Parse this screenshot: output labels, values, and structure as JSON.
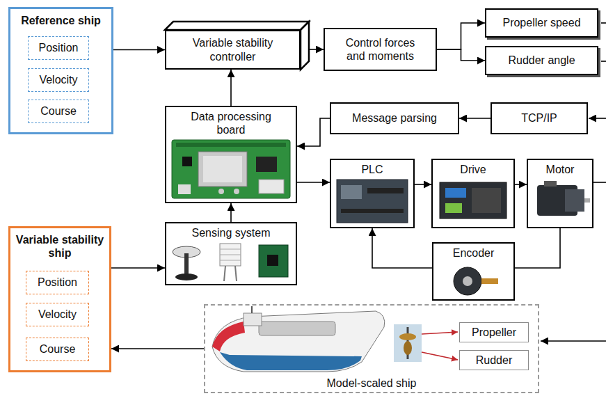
{
  "diagram": {
    "nodes": [
      {
        "text": [
          "Reference ship"
        ]
      },
      {
        "text": [
          "Position"
        ],
        "in": 0
      },
      {
        "text": [
          "Velocity"
        ],
        "in": 0
      },
      {
        "text": [
          "Course"
        ],
        "in": 0
      },
      {
        "text": [
          "Variable stability controller"
        ]
      },
      {
        "text": [
          "Control forces and moments"
        ]
      },
      {
        "text": [
          "Propeller speed"
        ]
      },
      {
        "text": [
          "Rudder angle"
        ]
      },
      {
        "text": [
          "Data processing board"
        ]
      },
      {
        "text": [
          "Message parsing"
        ]
      },
      {
        "text": [
          "TCP/IP"
        ]
      },
      {
        "text": [
          "PLC"
        ]
      },
      {
        "text": [
          "Drive"
        ]
      },
      {
        "text": [
          "Motor"
        ]
      },
      {
        "text": [
          "Variable stability ship"
        ]
      },
      {
        "text": [
          "Position"
        ],
        "in": 14
      },
      {
        "text": [
          "Velocity"
        ],
        "in": 14
      },
      {
        "text": [
          "Course"
        ],
        "in": 14
      },
      {
        "text": [
          "Sensing system"
        ]
      },
      {
        "text": [
          "Encoder"
        ]
      },
      {
        "text": [
          "Model-scaled ship"
        ]
      },
      {
        "text": [
          "Propeller"
        ],
        "in": 20
      },
      {
        "text": [
          "Rudder"
        ],
        "in": 20
      }
    ],
    "edges": [
      {
        "from": 0,
        "to": 4,
        "arrow": "to"
      },
      {
        "from": 4,
        "to": 5,
        "arrow": "to"
      },
      {
        "from": 5,
        "to": 6,
        "arrow": "to"
      },
      {
        "from": 5,
        "to": 7,
        "arrow": "to"
      },
      {
        "from": 8,
        "to": 4,
        "arrow": "to"
      },
      {
        "from": 10,
        "to": 9,
        "arrow": "to"
      },
      {
        "from": 9,
        "to": 8,
        "arrow": "to"
      },
      {
        "from": 8,
        "to": 11,
        "arrow": "to"
      },
      {
        "from": 11,
        "to": 12,
        "arrow": "to"
      },
      {
        "from": 12,
        "to": 13,
        "arrow": "to"
      },
      {
        "from": 13,
        "to": 19,
        "arrow": "none"
      },
      {
        "from": 19,
        "to": 11,
        "arrow": "to"
      },
      {
        "from": 18,
        "to": 8,
        "arrow": "to"
      },
      {
        "from": 14,
        "to": 18,
        "arrow": "to"
      },
      {
        "from": 20,
        "to": 14,
        "arrow": "to"
      }
    ]
  }
}
